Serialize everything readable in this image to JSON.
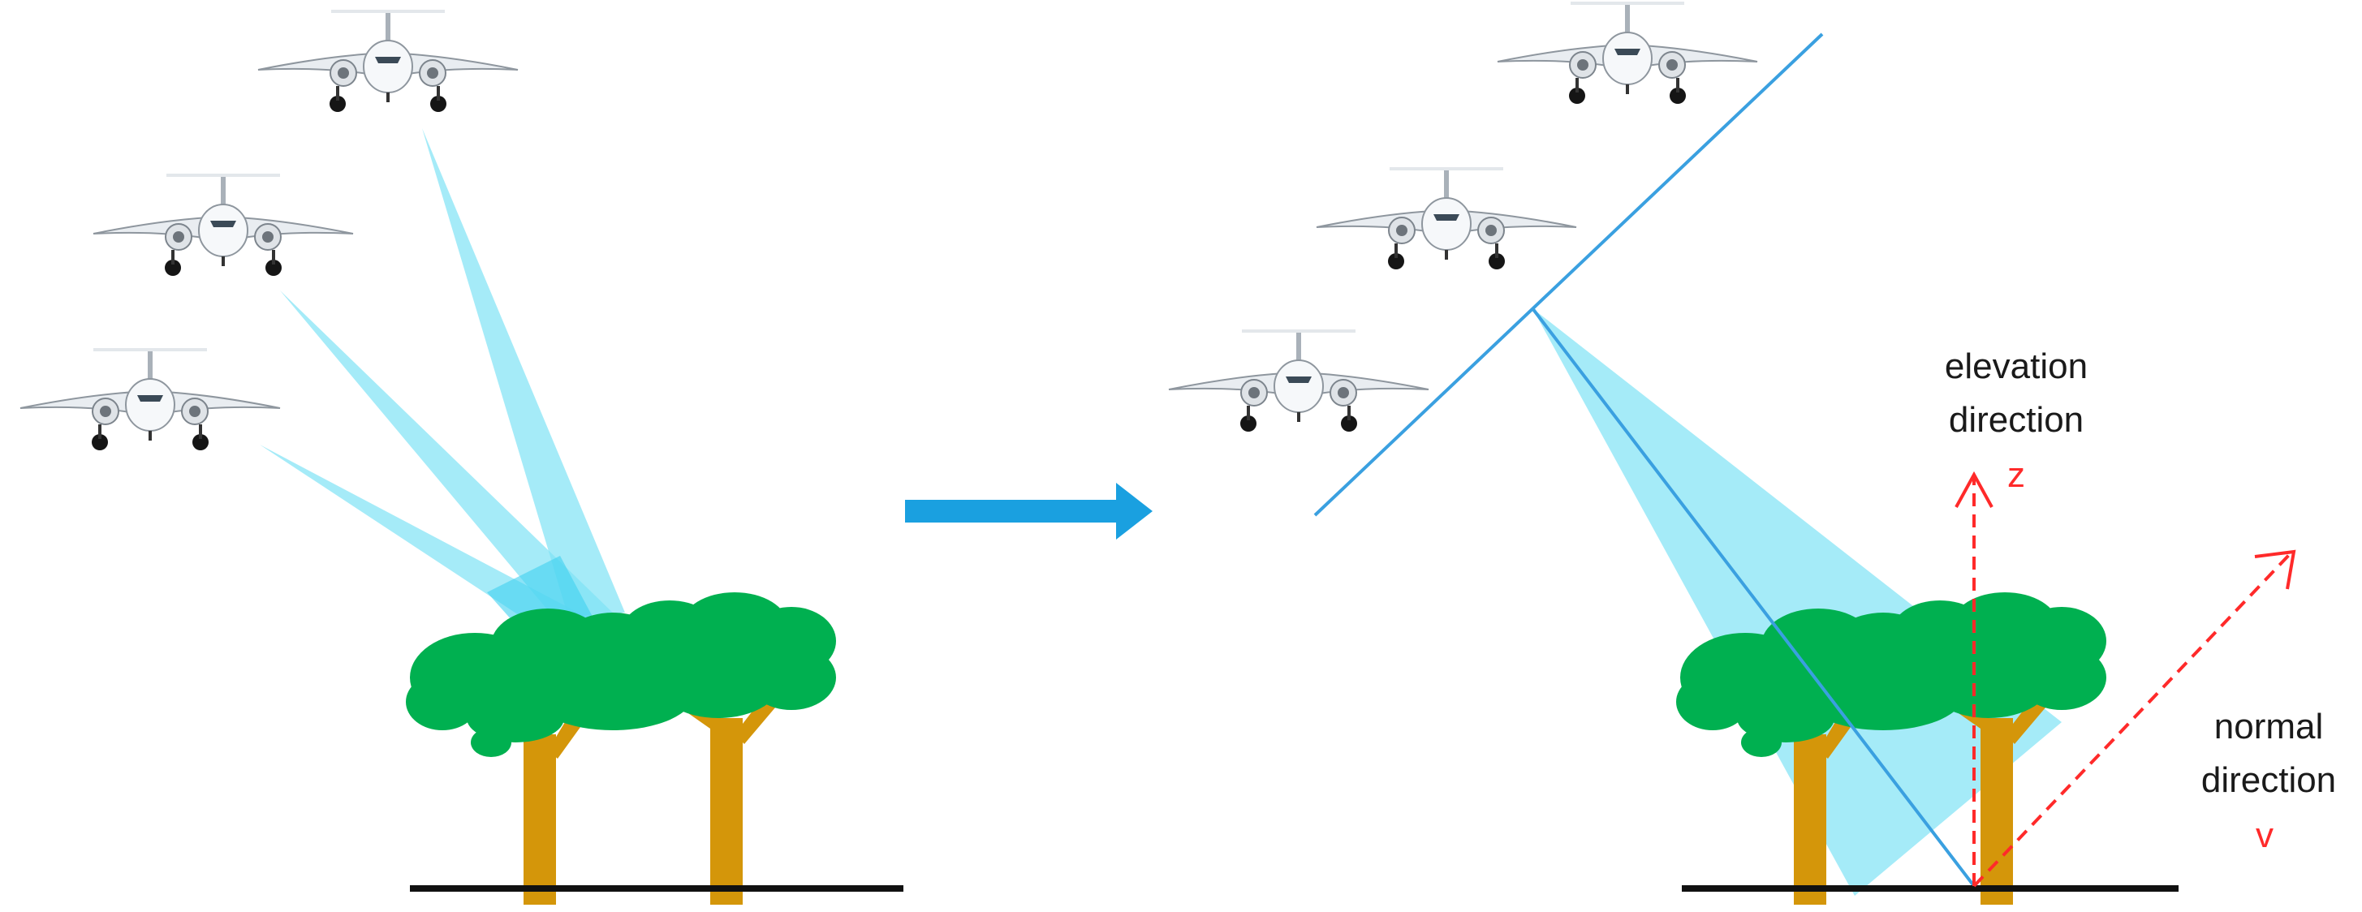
{
  "labels": {
    "elevation_line1": "elevation",
    "elevation_line2": "direction",
    "elevation_symbol": "z",
    "normal_line1": "normal",
    "normal_line2": "direction",
    "normal_symbol": "v"
  },
  "colors": {
    "beam": "#7fe3f5",
    "beam_overlap": "#3fd0f0",
    "line": "#3aa0e0",
    "arrow": "#1aa0e0",
    "tree_canopy": "#00b050",
    "tree_trunk": "#d4960a",
    "ground": "#111111",
    "axis": "#ff2a2a",
    "text": "#1a1a1a"
  },
  "icons": {
    "aircraft": "airplane-icon",
    "transition": "right-arrow-icon"
  }
}
